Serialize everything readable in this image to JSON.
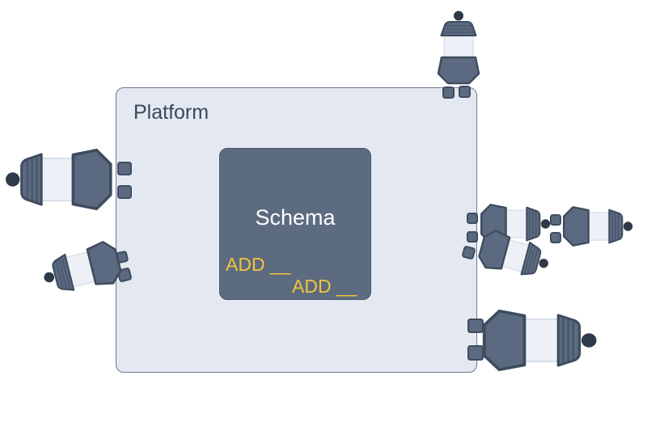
{
  "diagram": {
    "platform": {
      "label": "Platform"
    },
    "schema": {
      "label": "Schema",
      "add_labels": [
        "ADD __",
        "ADD __"
      ]
    }
  },
  "icons": {
    "plug": "plug-icon",
    "port": "port-icon"
  },
  "colors": {
    "background": "#ffffff",
    "platform_fill": "#e4e9f1",
    "platform_border": "#6b7a90",
    "platform_text": "#3a4759",
    "schema_fill": "#5d6b80",
    "schema_border": "#4a576b",
    "schema_text": "#ffffff",
    "accent_yellow": "#f2c53d",
    "plug_fill": "#5b6a81",
    "plug_outline": "#3f4c5e",
    "plug_body": "#edf1f7",
    "plug_body_outline": "#d3dbe6",
    "plug_dot": "#2e3a4a"
  }
}
